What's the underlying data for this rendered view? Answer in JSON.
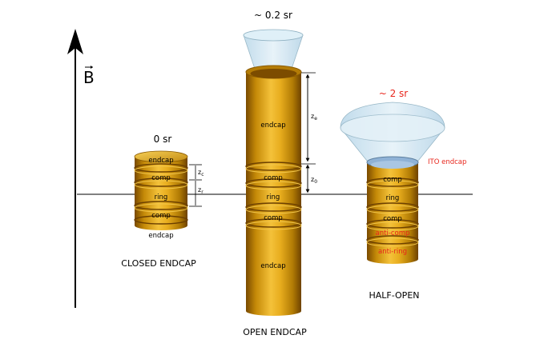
{
  "axis": {
    "label": "B"
  },
  "closed": {
    "solid_angle": "0 sr",
    "caption": "CLOSED ENDCAP",
    "electrodes": [
      "endcap",
      "comp",
      "ring",
      "comp"
    ],
    "bottom_label": "endcap",
    "dims": [
      "z",
      "z"
    ],
    "dim_subs": [
      "c",
      "r"
    ]
  },
  "open": {
    "solid_angle": "~ 0.2 sr",
    "caption": "OPEN ENDCAP",
    "electrodes": [
      "endcap",
      "comp",
      "ring",
      "comp",
      "endcap"
    ],
    "dims": [
      "z",
      "z"
    ],
    "dim_subs": [
      "e",
      "0"
    ]
  },
  "half": {
    "solid_angle": "~ 2 sr",
    "caption": "HALF-OPEN",
    "electrodes": [
      "comp",
      "ring",
      "comp",
      "anti-comp",
      "anti-ring"
    ],
    "ito_label": "ITO endcap"
  },
  "colors": {
    "gold": "#d9a010",
    "gold_dark": "#8a5a00",
    "red_label": "#e8261c",
    "cone_fill": "#cfe6f2",
    "cone_stroke": "#7f9fb0",
    "ito": "#8fb2d6"
  }
}
